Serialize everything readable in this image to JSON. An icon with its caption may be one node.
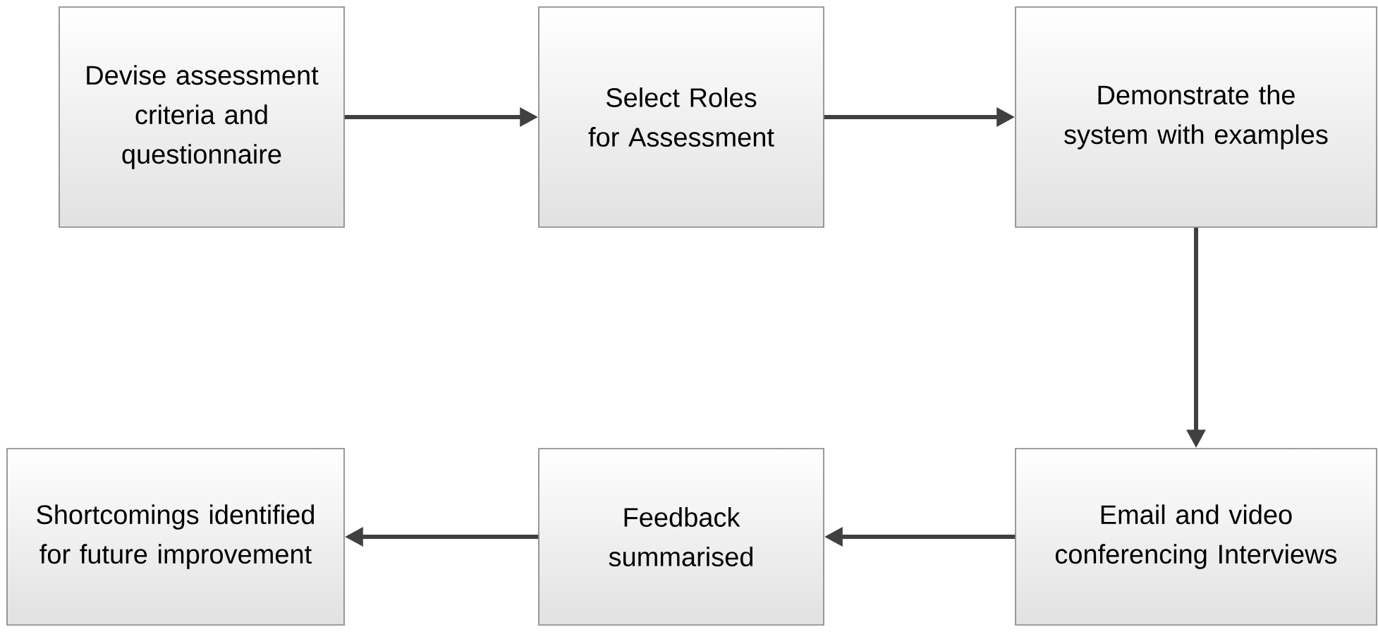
{
  "diagram": {
    "nodes": [
      {
        "text": [
          "Devise assessment criteria and questionnaire"
        ]
      },
      {
        "text": [
          "Select Roles for Assessment"
        ]
      },
      {
        "text": [
          "Demonstrate the system with examples"
        ]
      },
      {
        "text": [
          "Email and video conferencing Interviews"
        ]
      },
      {
        "text": [
          "Feedback summarised"
        ]
      },
      {
        "text": [
          "Shortcomings identified for future improvement"
        ]
      }
    ],
    "edges": [
      {
        "from": 0,
        "to": 1,
        "arrow": "to"
      },
      {
        "from": 1,
        "to": 2,
        "arrow": "to"
      },
      {
        "from": 2,
        "to": 3,
        "arrow": "to"
      },
      {
        "from": 3,
        "to": 4,
        "arrow": "to"
      },
      {
        "from": 4,
        "to": 5,
        "arrow": "to"
      }
    ]
  }
}
